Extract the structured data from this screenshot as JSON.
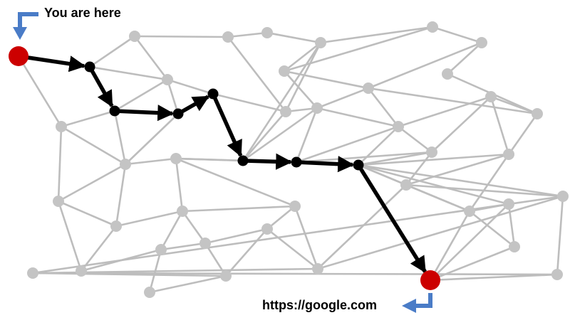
{
  "labels": {
    "start": "You are here",
    "end": "https://google.com"
  },
  "colors": {
    "edge": "#bdbdbd",
    "node": "#c4c4c4",
    "path": "#000000",
    "endpoint": "#cc0000",
    "marker_arrow": "#4a7cc7"
  },
  "graph": {
    "start_node": "A",
    "end_node": "Z",
    "path": [
      "A",
      "B",
      "C",
      "D",
      "E",
      "F",
      "G",
      "H",
      "Z"
    ],
    "edges": [
      [
        "A",
        "B"
      ],
      [
        "A",
        "N9"
      ],
      [
        "B",
        "N1"
      ],
      [
        "B",
        "N10"
      ],
      [
        "C",
        "N9"
      ],
      [
        "C",
        "N10"
      ],
      [
        "C",
        "N14"
      ],
      [
        "C",
        "D"
      ],
      [
        "D",
        "N10"
      ],
      [
        "D",
        "E"
      ],
      [
        "D",
        "N14"
      ],
      [
        "E",
        "N10"
      ],
      [
        "E",
        "N11"
      ],
      [
        "E",
        "F"
      ],
      [
        "F",
        "N4"
      ],
      [
        "F",
        "N11"
      ],
      [
        "F",
        "N12"
      ],
      [
        "F",
        "G"
      ],
      [
        "F",
        "N15"
      ],
      [
        "G",
        "N12"
      ],
      [
        "G",
        "N15"
      ],
      [
        "G",
        "N16"
      ],
      [
        "H",
        "N16"
      ],
      [
        "H",
        "N17"
      ],
      [
        "H",
        "N20"
      ],
      [
        "H",
        "N21"
      ],
      [
        "H",
        "N22"
      ],
      [
        "H",
        "N23"
      ],
      [
        "G",
        "N17"
      ],
      [
        "N1",
        "N2"
      ],
      [
        "N1",
        "N10"
      ],
      [
        "N2",
        "N3"
      ],
      [
        "N2",
        "N11"
      ],
      [
        "N3",
        "N4"
      ],
      [
        "N4",
        "N5"
      ],
      [
        "N4",
        "N6"
      ],
      [
        "N4",
        "N11"
      ],
      [
        "N5",
        "N6"
      ],
      [
        "N5",
        "N7"
      ],
      [
        "N6",
        "N12"
      ],
      [
        "N6",
        "N13"
      ],
      [
        "N7",
        "N8"
      ],
      [
        "N7",
        "N13"
      ],
      [
        "N8",
        "N19"
      ],
      [
        "N9",
        "N14"
      ],
      [
        "N9",
        "N25"
      ],
      [
        "N11",
        "N12"
      ],
      [
        "N12",
        "N13"
      ],
      [
        "N12",
        "N16"
      ],
      [
        "N13",
        "N16"
      ],
      [
        "N13",
        "N19"
      ],
      [
        "N14",
        "N15"
      ],
      [
        "N14",
        "N24"
      ],
      [
        "N14",
        "N25"
      ],
      [
        "N15",
        "N26"
      ],
      [
        "N15",
        "N27"
      ],
      [
        "N16",
        "N17"
      ],
      [
        "N16",
        "N18"
      ],
      [
        "N17",
        "N18"
      ],
      [
        "N17",
        "N20"
      ],
      [
        "N18",
        "N19"
      ],
      [
        "N18",
        "N21"
      ],
      [
        "N19",
        "N21"
      ],
      [
        "N20",
        "N21"
      ],
      [
        "N20",
        "N22"
      ],
      [
        "N21",
        "N22"
      ],
      [
        "N22",
        "N23"
      ],
      [
        "N22",
        "Z"
      ],
      [
        "N23",
        "N30"
      ],
      [
        "N23",
        "Z"
      ],
      [
        "N24",
        "N25"
      ],
      [
        "N24",
        "N26"
      ],
      [
        "N24",
        "N28"
      ],
      [
        "N25",
        "N28"
      ],
      [
        "N28",
        "N29"
      ],
      [
        "N26",
        "N27"
      ],
      [
        "N26",
        "N29"
      ],
      [
        "N26",
        "N31"
      ],
      [
        "N27",
        "N32"
      ],
      [
        "N27",
        "N33"
      ],
      [
        "N29",
        "N31"
      ],
      [
        "N29",
        "N34"
      ],
      [
        "N31",
        "N32"
      ],
      [
        "N31",
        "N35"
      ],
      [
        "N32",
        "N33"
      ],
      [
        "N32",
        "N35"
      ],
      [
        "N33",
        "N36"
      ],
      [
        "N33",
        "N20"
      ],
      [
        "N34",
        "N35"
      ],
      [
        "N35",
        "N36"
      ],
      [
        "N36",
        "N37"
      ],
      [
        "N36",
        "N38"
      ],
      [
        "N37",
        "H"
      ],
      [
        "N37",
        "N38"
      ],
      [
        "N37",
        "N20"
      ],
      [
        "N38",
        "Z"
      ],
      [
        "N30",
        "Z"
      ],
      [
        "N30",
        "N22"
      ],
      [
        "N33",
        "N37"
      ]
    ]
  }
}
